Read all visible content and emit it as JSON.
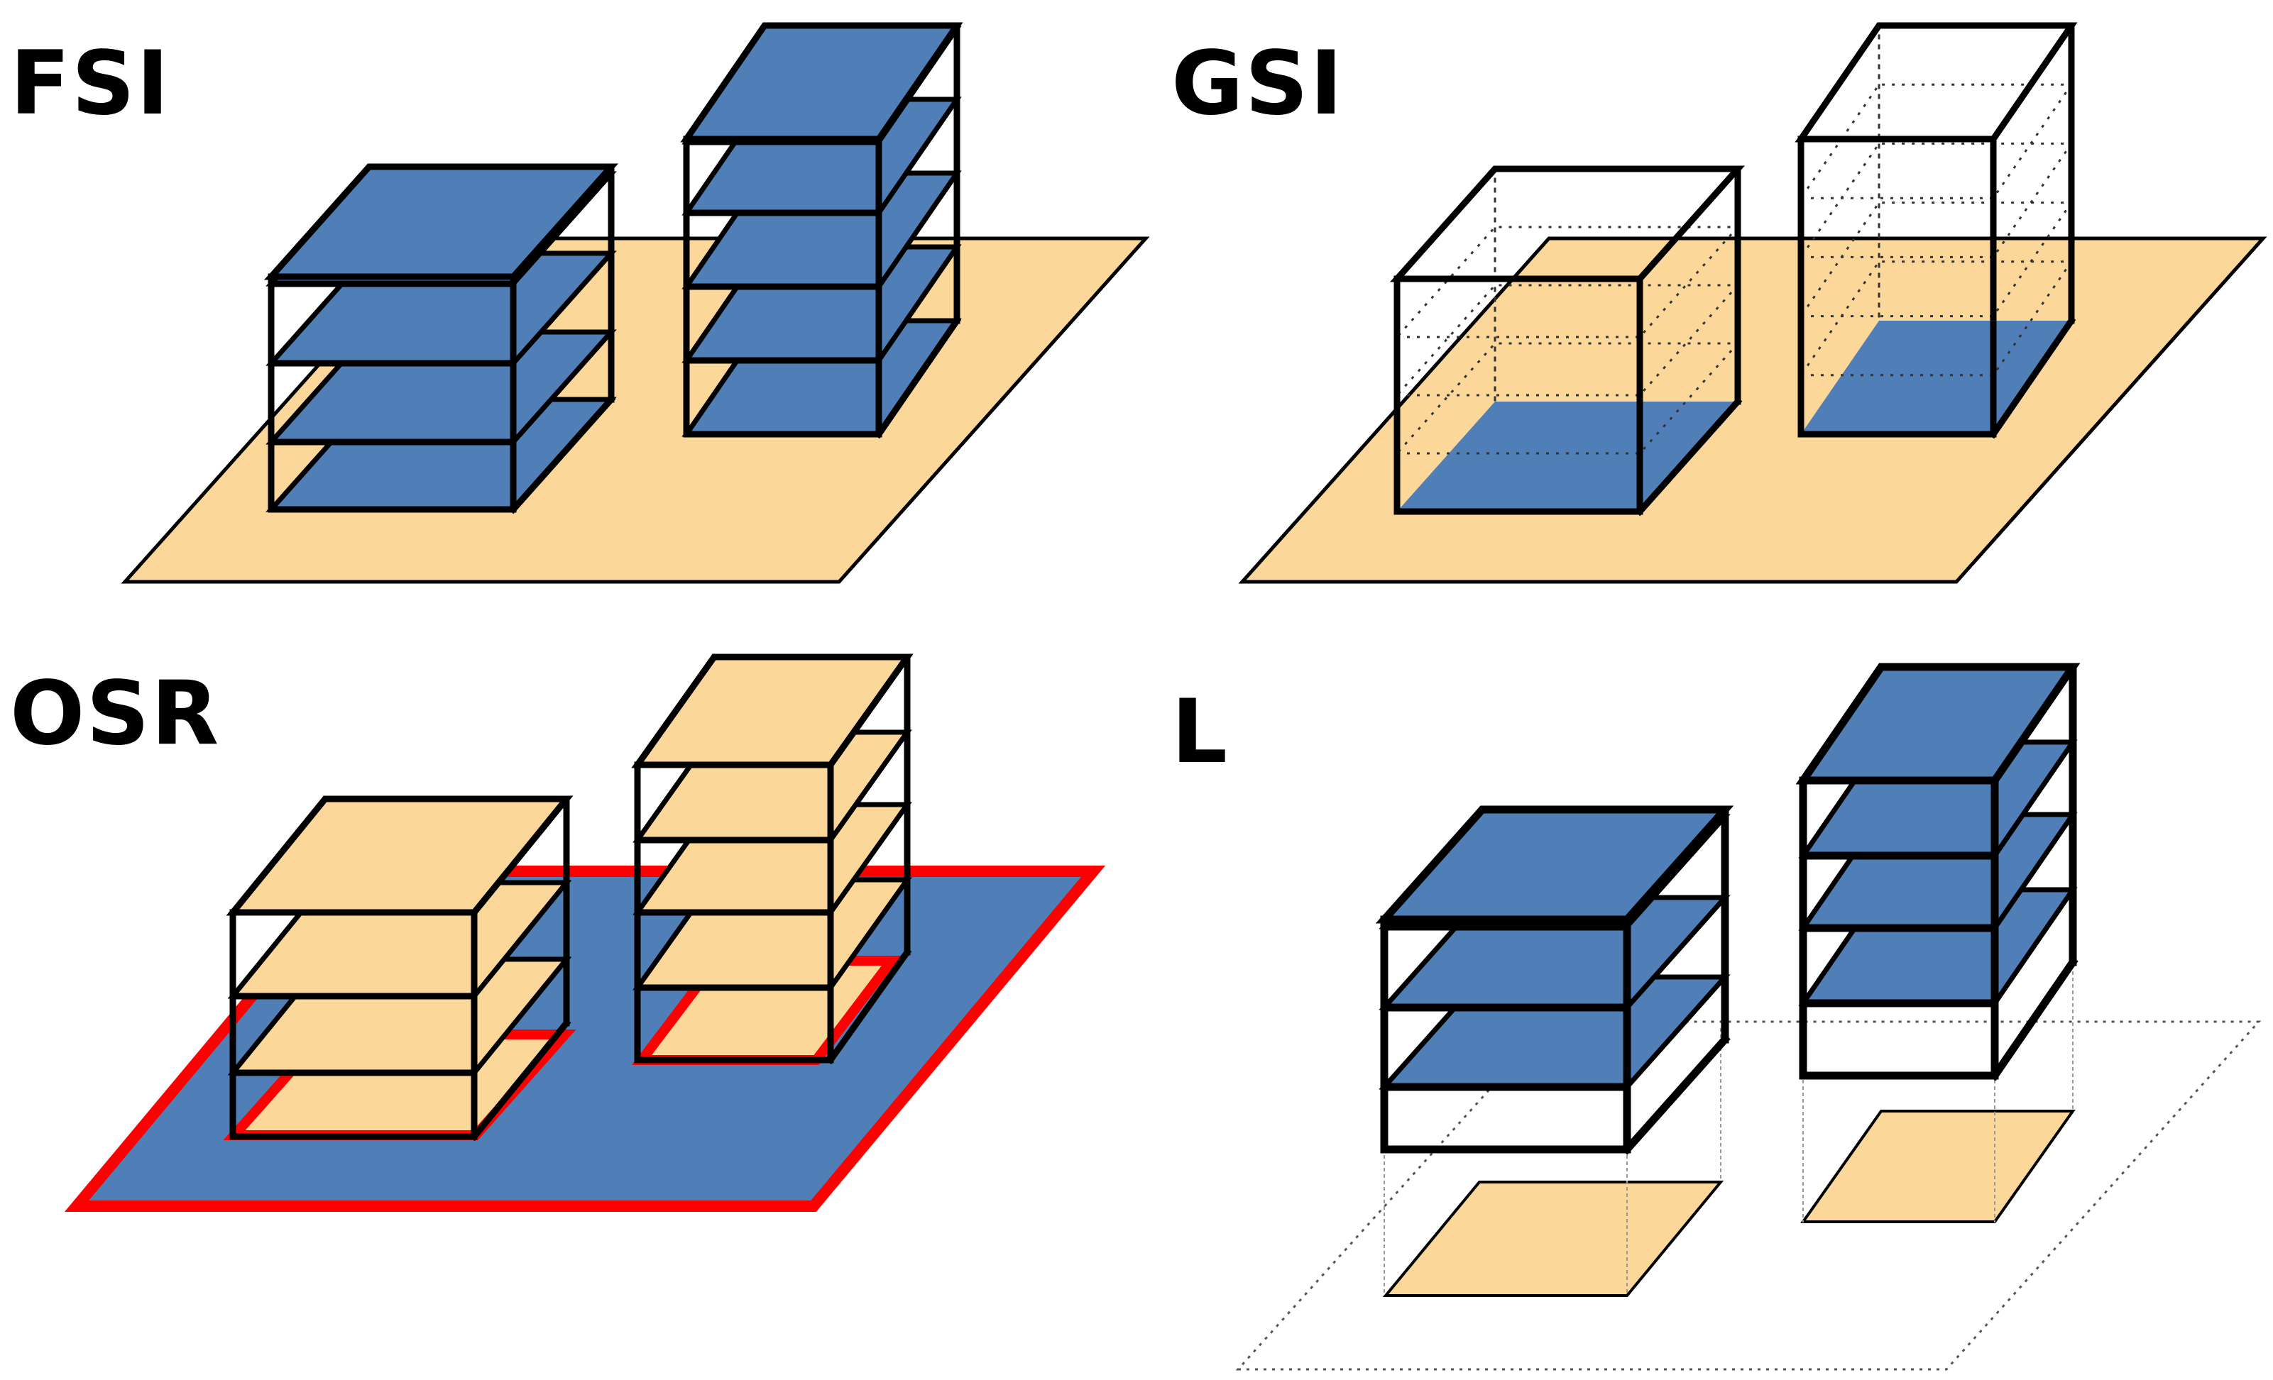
{
  "panels": {
    "fsi": {
      "label": "FSI"
    },
    "gsi": {
      "label": "GSI"
    },
    "osr": {
      "label": "OSR"
    },
    "l": {
      "label": "L"
    }
  },
  "colors": {
    "floor_fill": "#4f7fb6",
    "ground_fill": "#fbd89a",
    "outline": "#000000",
    "open_space_outline": "#ff0000",
    "background": "#ffffff"
  }
}
